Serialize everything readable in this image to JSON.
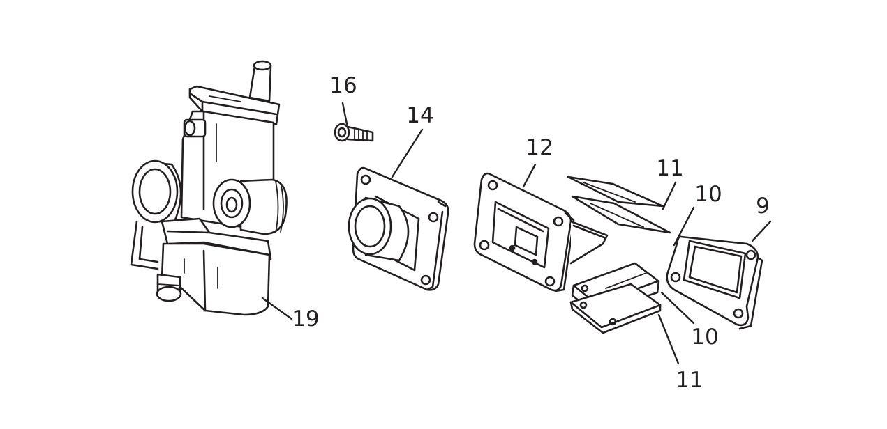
{
  "diagram": {
    "type": "exploded-parts-view",
    "line_color": "#231f20",
    "background": "#ffffff",
    "callouts": [
      {
        "id": "c16",
        "label": "16"
      },
      {
        "id": "c14",
        "label": "14"
      },
      {
        "id": "c12",
        "label": "12"
      },
      {
        "id": "c11a",
        "label": "11"
      },
      {
        "id": "c10a",
        "label": "10"
      },
      {
        "id": "c9",
        "label": "9"
      },
      {
        "id": "c19",
        "label": "19"
      },
      {
        "id": "c10b",
        "label": "10"
      },
      {
        "id": "c11b",
        "label": "11"
      }
    ]
  }
}
